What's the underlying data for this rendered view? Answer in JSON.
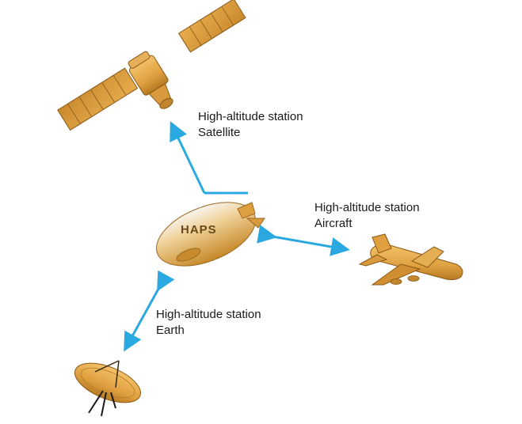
{
  "links": {
    "satellite": {
      "line1": "High-altitude station",
      "line2": "Satellite"
    },
    "aircraft": {
      "line1": "High-altitude station",
      "line2": "Aircraft"
    },
    "earth": {
      "line1": "High-altitude station",
      "line2": "Earth"
    }
  },
  "haps_label": "HAPS",
  "colors": {
    "body_orange": "#e0a040",
    "body_dark": "#a8701c",
    "arrow_blue": "#2aa8e0",
    "panel_lines": "#8a5a18"
  },
  "icons": [
    "satellite-icon",
    "haps-airship-icon",
    "aircraft-icon",
    "dish-antenna-icon"
  ]
}
